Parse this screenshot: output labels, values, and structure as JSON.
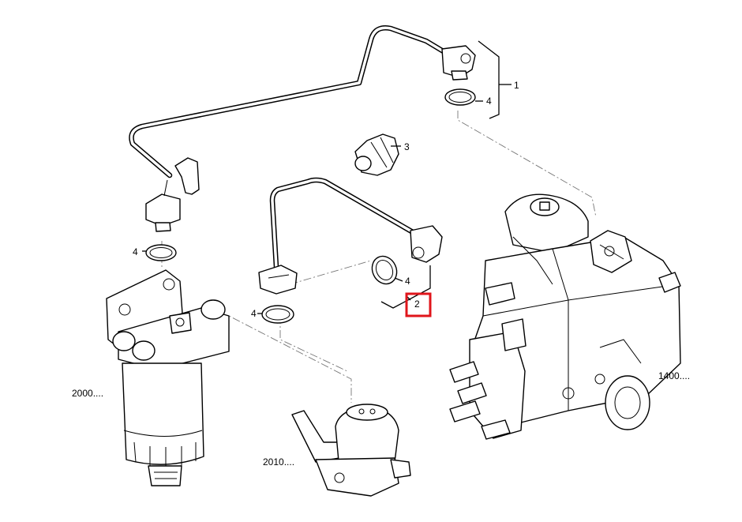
{
  "callouts": {
    "c1": "1",
    "c2": "2",
    "c3": "3",
    "c4a": "4",
    "c4b": "4",
    "c4c": "4",
    "c4d": "4",
    "c2000": "2000....",
    "c2010": "2010....",
    "c1400": "1400...."
  },
  "highlight": {
    "callout": "2",
    "color": "#e0151b"
  },
  "colors": {
    "line": "#000000",
    "leader_dash": "#777777",
    "background": "#ffffff"
  }
}
